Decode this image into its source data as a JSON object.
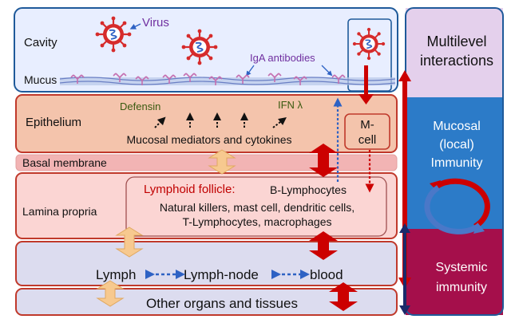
{
  "labels": {
    "cavity": "Cavity",
    "virus": "Virus",
    "mucus": "Mucus",
    "iga": "IgA antibodies",
    "epithelium": "Epithelium",
    "defensin": "Defensin",
    "ifn": "IFN λ",
    "mediators": "Mucosal mediators and cytokines",
    "mcell_line1": "M-",
    "mcell_line2": "cell",
    "basal": "Basal membrane",
    "lamina": "Lamina propria",
    "follicle": "Lymphoid follicle:",
    "blymph": "B-Lymphocytes",
    "cells_line1": "Natural killers, mast cell, dendritic cells,",
    "cells_line2": "T-Lymphocytes, macrophages",
    "lymph": "Lymph",
    "lymphnode": "Lymph-node",
    "blood": "blood",
    "organs": "Other organs and tissues",
    "multilevel_line1": "Multilevel",
    "multilevel_line2": "interactions",
    "mucosal_line1": "Mucosal",
    "mucosal_line2": "(local)",
    "mucosal_line3": "Immunity",
    "systemic_line1": "Systemic",
    "systemic_line2": "immunity"
  },
  "colors": {
    "cavity_fill": "#e8eeff",
    "frame_blue": "#1f5a9a",
    "epithelium_fill": "#f4c4ac",
    "layer_border": "#c0392b",
    "lamina_fill": "#fbd5d3",
    "lower_fill": "#dcdcef",
    "arrow_red": "#cc0000",
    "arrow_peach": "#f7c98f",
    "arrow_blue": "#2e62c4",
    "panel_top": "#e4d0ec",
    "panel_mid": "#2c7bc8",
    "panel_bot": "#a50f4b",
    "virus_red": "#d62b2b",
    "iga_text": "#7030a0"
  }
}
